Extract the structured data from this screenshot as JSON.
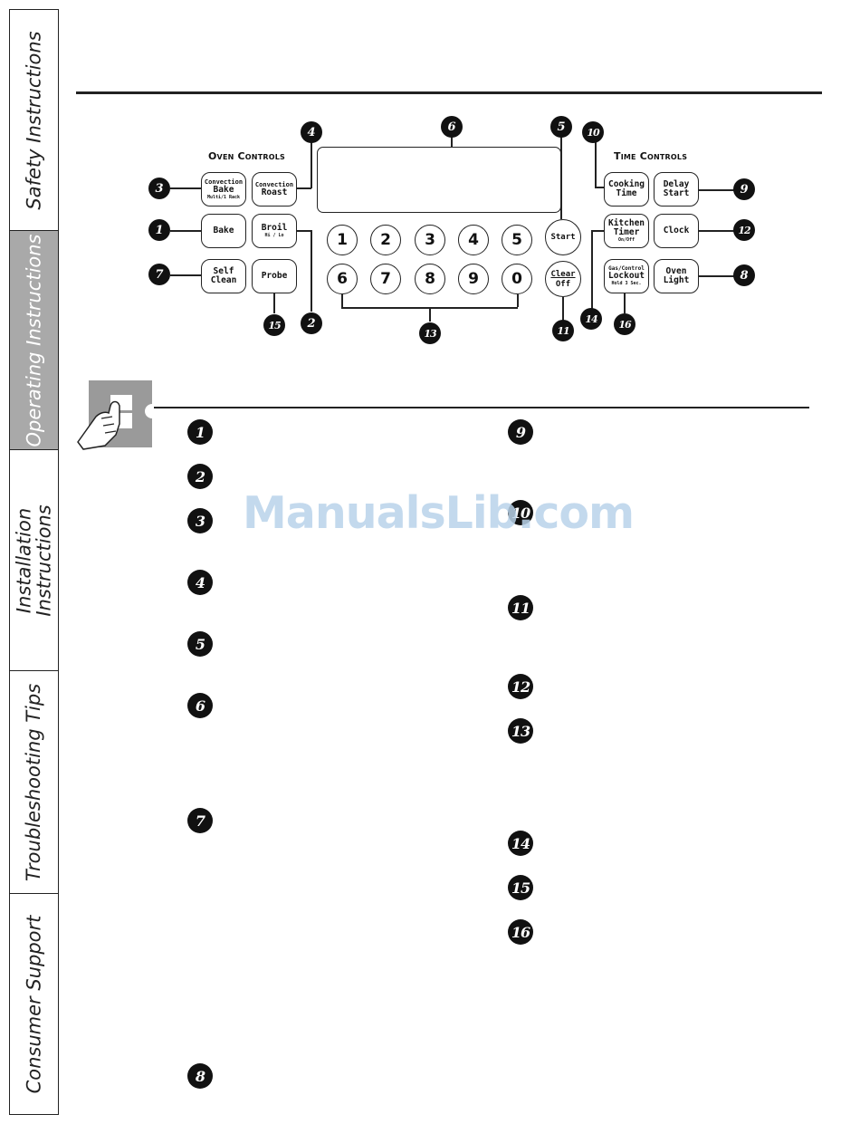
{
  "sidebar": {
    "tabs": [
      {
        "label": "Safety Instructions",
        "active": false
      },
      {
        "label": "Operating Instructions",
        "active": true
      },
      {
        "label": "Installation\nInstructions",
        "active": false
      },
      {
        "label": "Troubleshooting Tips",
        "active": false
      },
      {
        "label": "Consumer Support",
        "active": false
      }
    ]
  },
  "panel": {
    "oven_controls_title": "Oven Controls",
    "time_controls_title": "Time Controls",
    "buttons": {
      "convection_bake": {
        "line1": "Convection",
        "line2": "Bake",
        "line3": "Multi/1 Rack"
      },
      "convection_roast": {
        "line1": "Convection",
        "line2": "Roast"
      },
      "bake": {
        "line1": "Bake"
      },
      "broil": {
        "line1": "Broil",
        "line2": "Hi / Lo"
      },
      "self_clean": {
        "line1": "Self",
        "line2": "Clean"
      },
      "probe": {
        "line1": "Probe"
      },
      "start": {
        "line1": "Start"
      },
      "clear_off": {
        "line1": "Clear",
        "line2": "Off"
      },
      "cooking_time": {
        "line1": "Cooking",
        "line2": "Time"
      },
      "delay_start": {
        "line1": "Delay",
        "line2": "Start"
      },
      "kitchen_timer": {
        "line1": "Kitchen",
        "line2": "Timer",
        "line3": "On/Off"
      },
      "clock": {
        "line1": "Clock"
      },
      "lockout": {
        "line1": "Gas/Control",
        "line2": "Lockout",
        "line3": "Hold 3 Sec."
      },
      "oven_light": {
        "line1": "Oven",
        "line2": "Light"
      }
    },
    "keypad_row1": [
      "1",
      "2",
      "3",
      "4",
      "5"
    ],
    "keypad_row2": [
      "6",
      "7",
      "8",
      "9",
      "0"
    ],
    "callouts": [
      "1",
      "2",
      "3",
      "4",
      "5",
      "6",
      "7",
      "8",
      "9",
      "10",
      "11",
      "12",
      "13",
      "14",
      "15",
      "16"
    ]
  },
  "list": {
    "left": [
      "1",
      "2",
      "3",
      "4",
      "5",
      "6",
      "7",
      "8"
    ],
    "right": [
      "9",
      "10",
      "11",
      "12",
      "13",
      "14",
      "15",
      "16"
    ]
  },
  "watermark": "ManualsLib.com",
  "icons": {
    "hand": "pointing-hand-icon"
  }
}
